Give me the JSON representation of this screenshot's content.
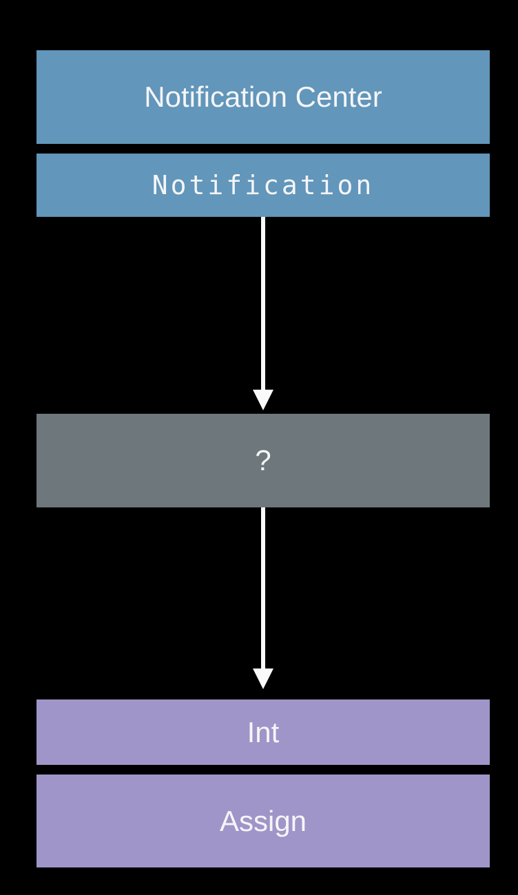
{
  "page": {
    "background_color": "#000000"
  },
  "diagram": {
    "nodes": [
      {
        "id": "notification-center",
        "label": "Notification Center",
        "box_color": "#6296ba",
        "font": "sans"
      },
      {
        "id": "notification",
        "label": "Notification",
        "box_color": "#6296ba",
        "font": "mono"
      },
      {
        "id": "question-operator",
        "label": "?",
        "box_color": "#6e787c",
        "font": "sans"
      },
      {
        "id": "int",
        "label": "Int",
        "box_color": "#a095c8",
        "font": "sans"
      },
      {
        "id": "assign",
        "label": "Assign",
        "box_color": "#a095c8",
        "font": "sans"
      }
    ],
    "arrows": [
      {
        "id": "arrow-notification-to-operator",
        "direction": "down",
        "color": "#fafafa"
      },
      {
        "id": "arrow-operator-to-int",
        "direction": "down",
        "color": "#fafafa"
      }
    ],
    "colors": {
      "blue_box": "#6296ba",
      "gray_box": "#6e787c",
      "purple_box": "#a095c8",
      "label_text": "#f5f5f7",
      "arrow": "#fafafa"
    }
  }
}
